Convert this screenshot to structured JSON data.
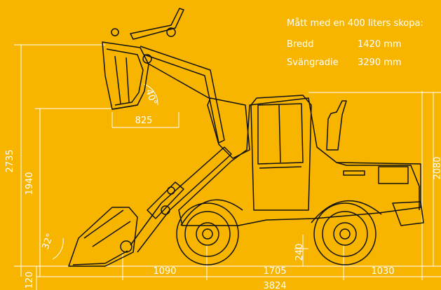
{
  "specs": {
    "title": "Mått med en 400 liters skopa:",
    "rows": [
      {
        "label": "Bredd",
        "value": "1420 mm"
      },
      {
        "label": "Svängradie",
        "value": "3290 mm"
      }
    ]
  },
  "dimensions": {
    "total_height": "2735",
    "dump_height": "1940",
    "bucket_reach": "825",
    "dump_angle": "40°",
    "rollback_angle": "32°",
    "rear_height": "2080",
    "ground_clearance": "240",
    "bucket_depth": "120",
    "front_overhang": "1090",
    "wheelbase": "1705",
    "rear_overhang": "1030",
    "total_length": "3824"
  },
  "colors": {
    "background": "#f7b500",
    "line": "#111111",
    "dimension": "#ffffff"
  }
}
